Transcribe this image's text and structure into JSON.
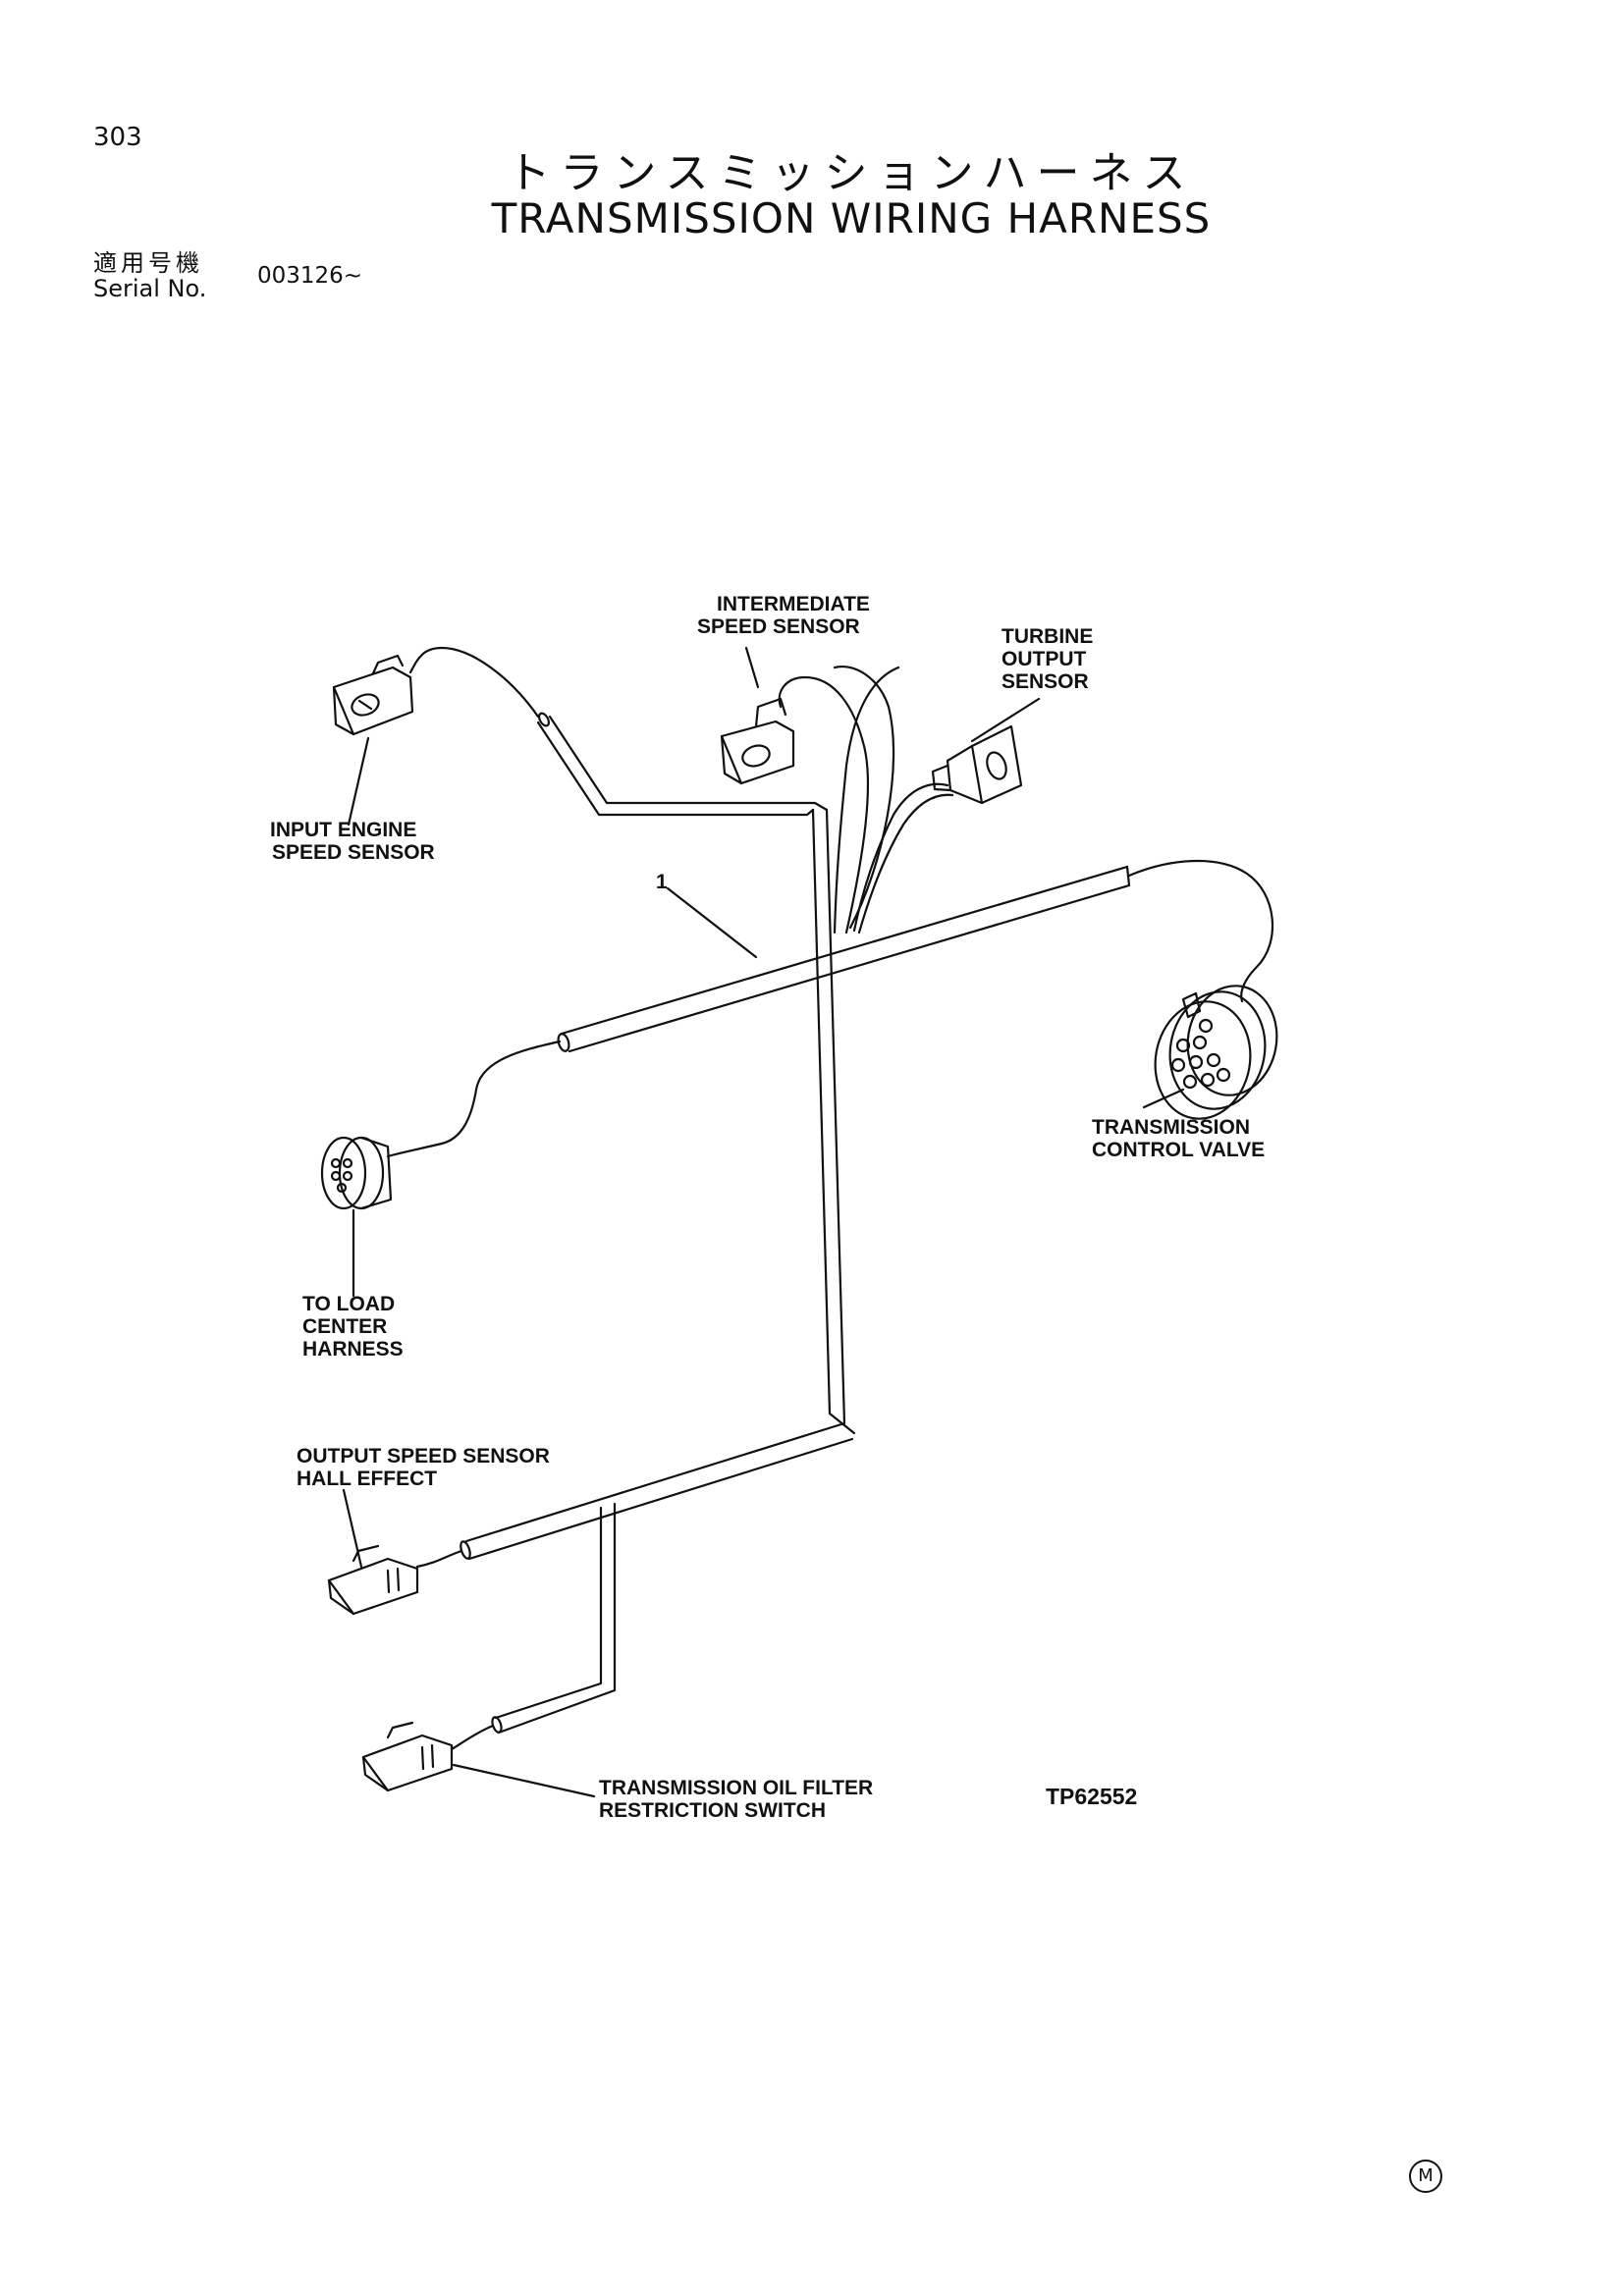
{
  "page": {
    "number": "303",
    "title_jp": "トランスミッションハーネス",
    "title_en": "TRANSMISSION WIRING HARNESS",
    "serial_label_jp": "適用号機",
    "serial_label_en": "Serial No.",
    "serial_value": "003126~"
  },
  "labels": {
    "intermediate_1": "INTERMEDIATE",
    "intermediate_2": "SPEED SENSOR",
    "turbine_1": "TURBINE",
    "turbine_2": "OUTPUT",
    "turbine_3": "SENSOR",
    "input_1": "INPUT ENGINE",
    "input_2": "SPEED SENSOR",
    "part_1": "1",
    "tcv_1": "TRANSMISSION",
    "tcv_2": "CONTROL VALVE",
    "load_1": "TO LOAD",
    "load_2": "CENTER",
    "load_3": "HARNESS",
    "output_1": "OUTPUT SPEED SENSOR",
    "output_2": "HALL EFFECT",
    "filter_1": "TRANSMISSION OIL FILTER",
    "filter_2": "RESTRICTION SWITCH",
    "drawing_no": "TP62552"
  },
  "footer": {
    "mark": "M"
  }
}
